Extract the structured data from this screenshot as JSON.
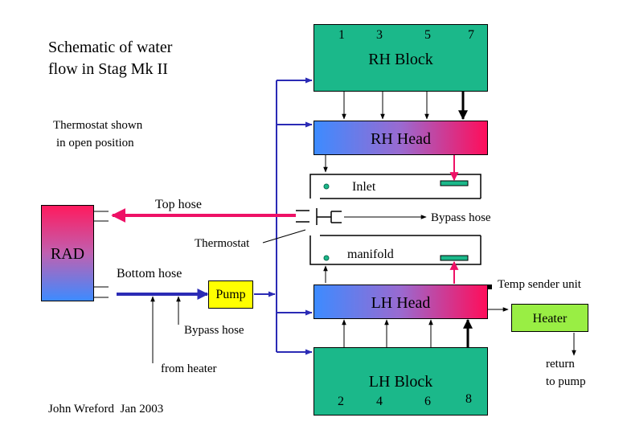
{
  "title": {
    "line1": "Schematic of water",
    "line2": "flow in Stag Mk II"
  },
  "note": {
    "line1": "Thermostat shown",
    "line2": "in open position"
  },
  "author": "John Wreford  Jan 2003",
  "blocks": {
    "rh_block": {
      "label": "RH Block",
      "cylinders": [
        "1",
        "3",
        "5",
        "7"
      ]
    },
    "rh_head": {
      "label": "RH Head"
    },
    "lh_head": {
      "label": "LH Head"
    },
    "lh_block": {
      "label": "LH Block",
      "cylinders": [
        "2",
        "4",
        "6",
        "8"
      ]
    },
    "rad": {
      "label": "RAD"
    },
    "pump": {
      "label": "Pump"
    },
    "heater": {
      "label": "Heater"
    }
  },
  "labels": {
    "inlet": "Inlet",
    "manifold": "manifold",
    "top_hose": "Top hose",
    "bottom_hose": "Bottom hose",
    "thermostat": "Thermostat",
    "bypass_hose_right": "Bypass hose",
    "bypass_hose_left": "Bypass hose",
    "from_heater": "from heater",
    "temp_sender": "Temp sender unit",
    "return_line1": "return",
    "return_line2": "to pump"
  },
  "colors": {
    "block_green": "#1bb88a",
    "pump_yellow": "#ffff00",
    "heater_green": "#99ee44",
    "hot_pink": "#ee1166",
    "cool_blue": "#3377ff",
    "flow_blue": "#2b2bb5"
  }
}
